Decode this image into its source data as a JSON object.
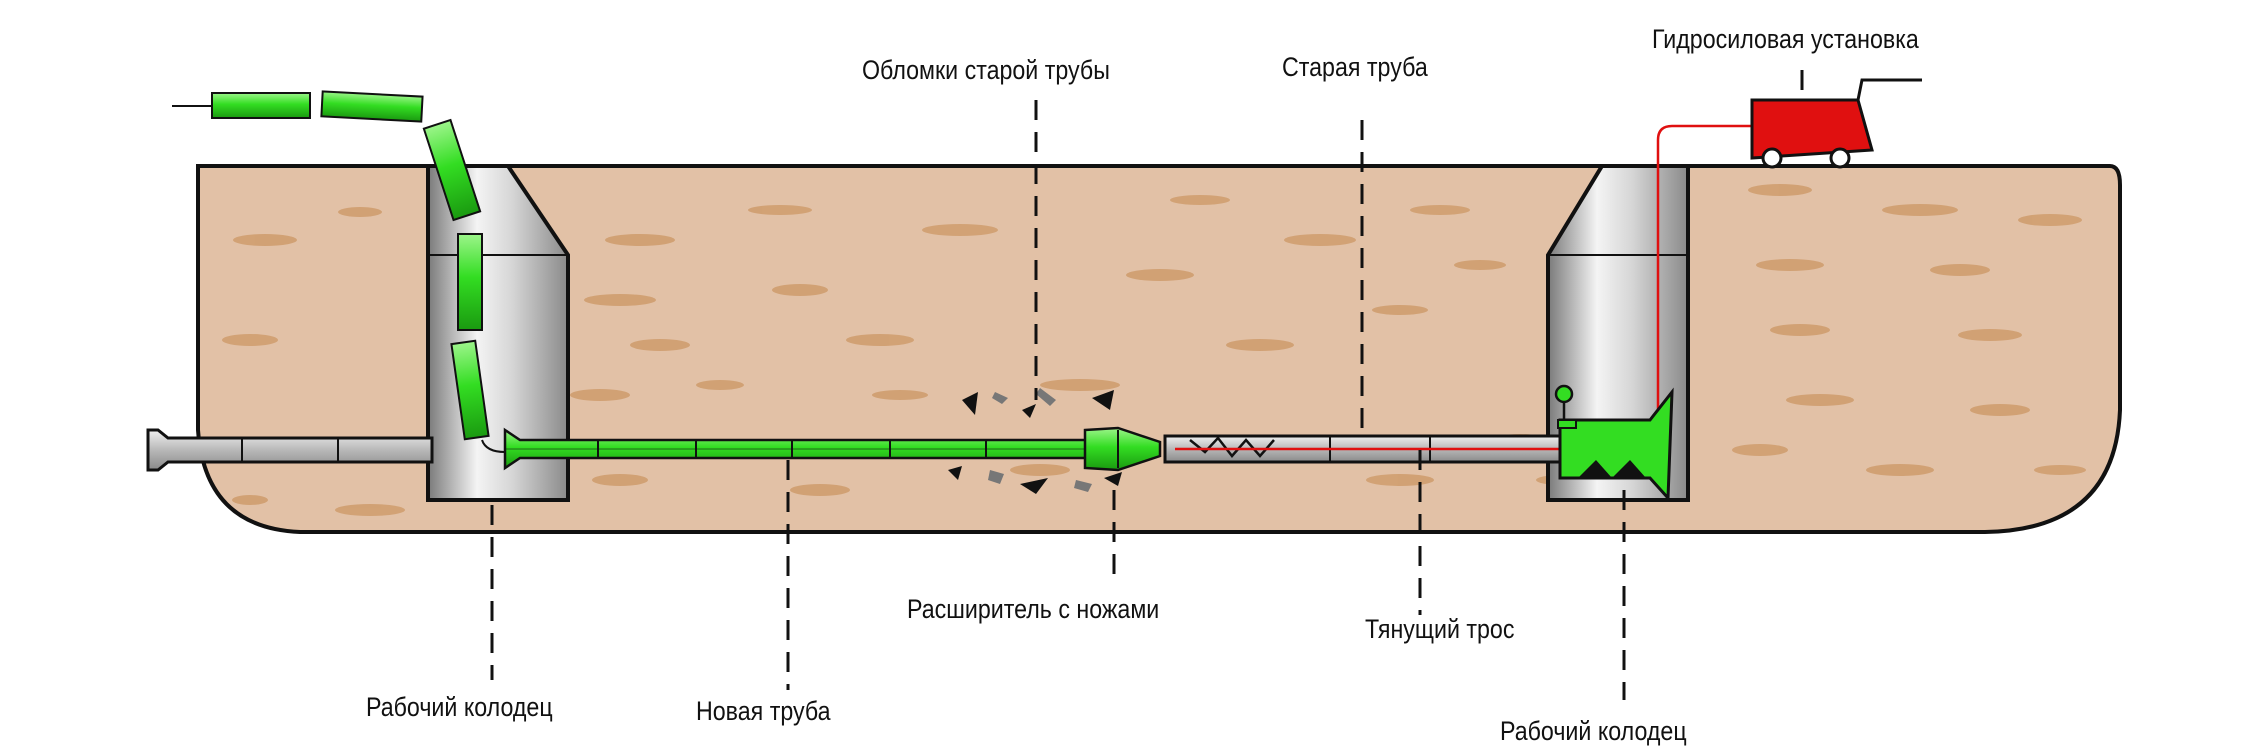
{
  "diagram": {
    "colors": {
      "soil": "#e2c1a6",
      "soil_flecks": "#cf9c6c",
      "new_pipe": "#33dd22",
      "old_pipe": "#bdbdbd",
      "power_unit": "#e01010",
      "cable": "#e01010",
      "outline": "#111111"
    },
    "labels": {
      "old_pipe_fragments": "Обломки старой трубы",
      "old_pipe": "Старая труба",
      "hydraulic_power_unit": "Гидросиловая установка",
      "working_pit_left": "Рабочий колодец",
      "new_pipe": "Новая труба",
      "expander_with_blades": "Расширитель с ножами",
      "pulling_cable": "Тянущий трос",
      "working_pit_right": "Рабочий колодец"
    }
  }
}
